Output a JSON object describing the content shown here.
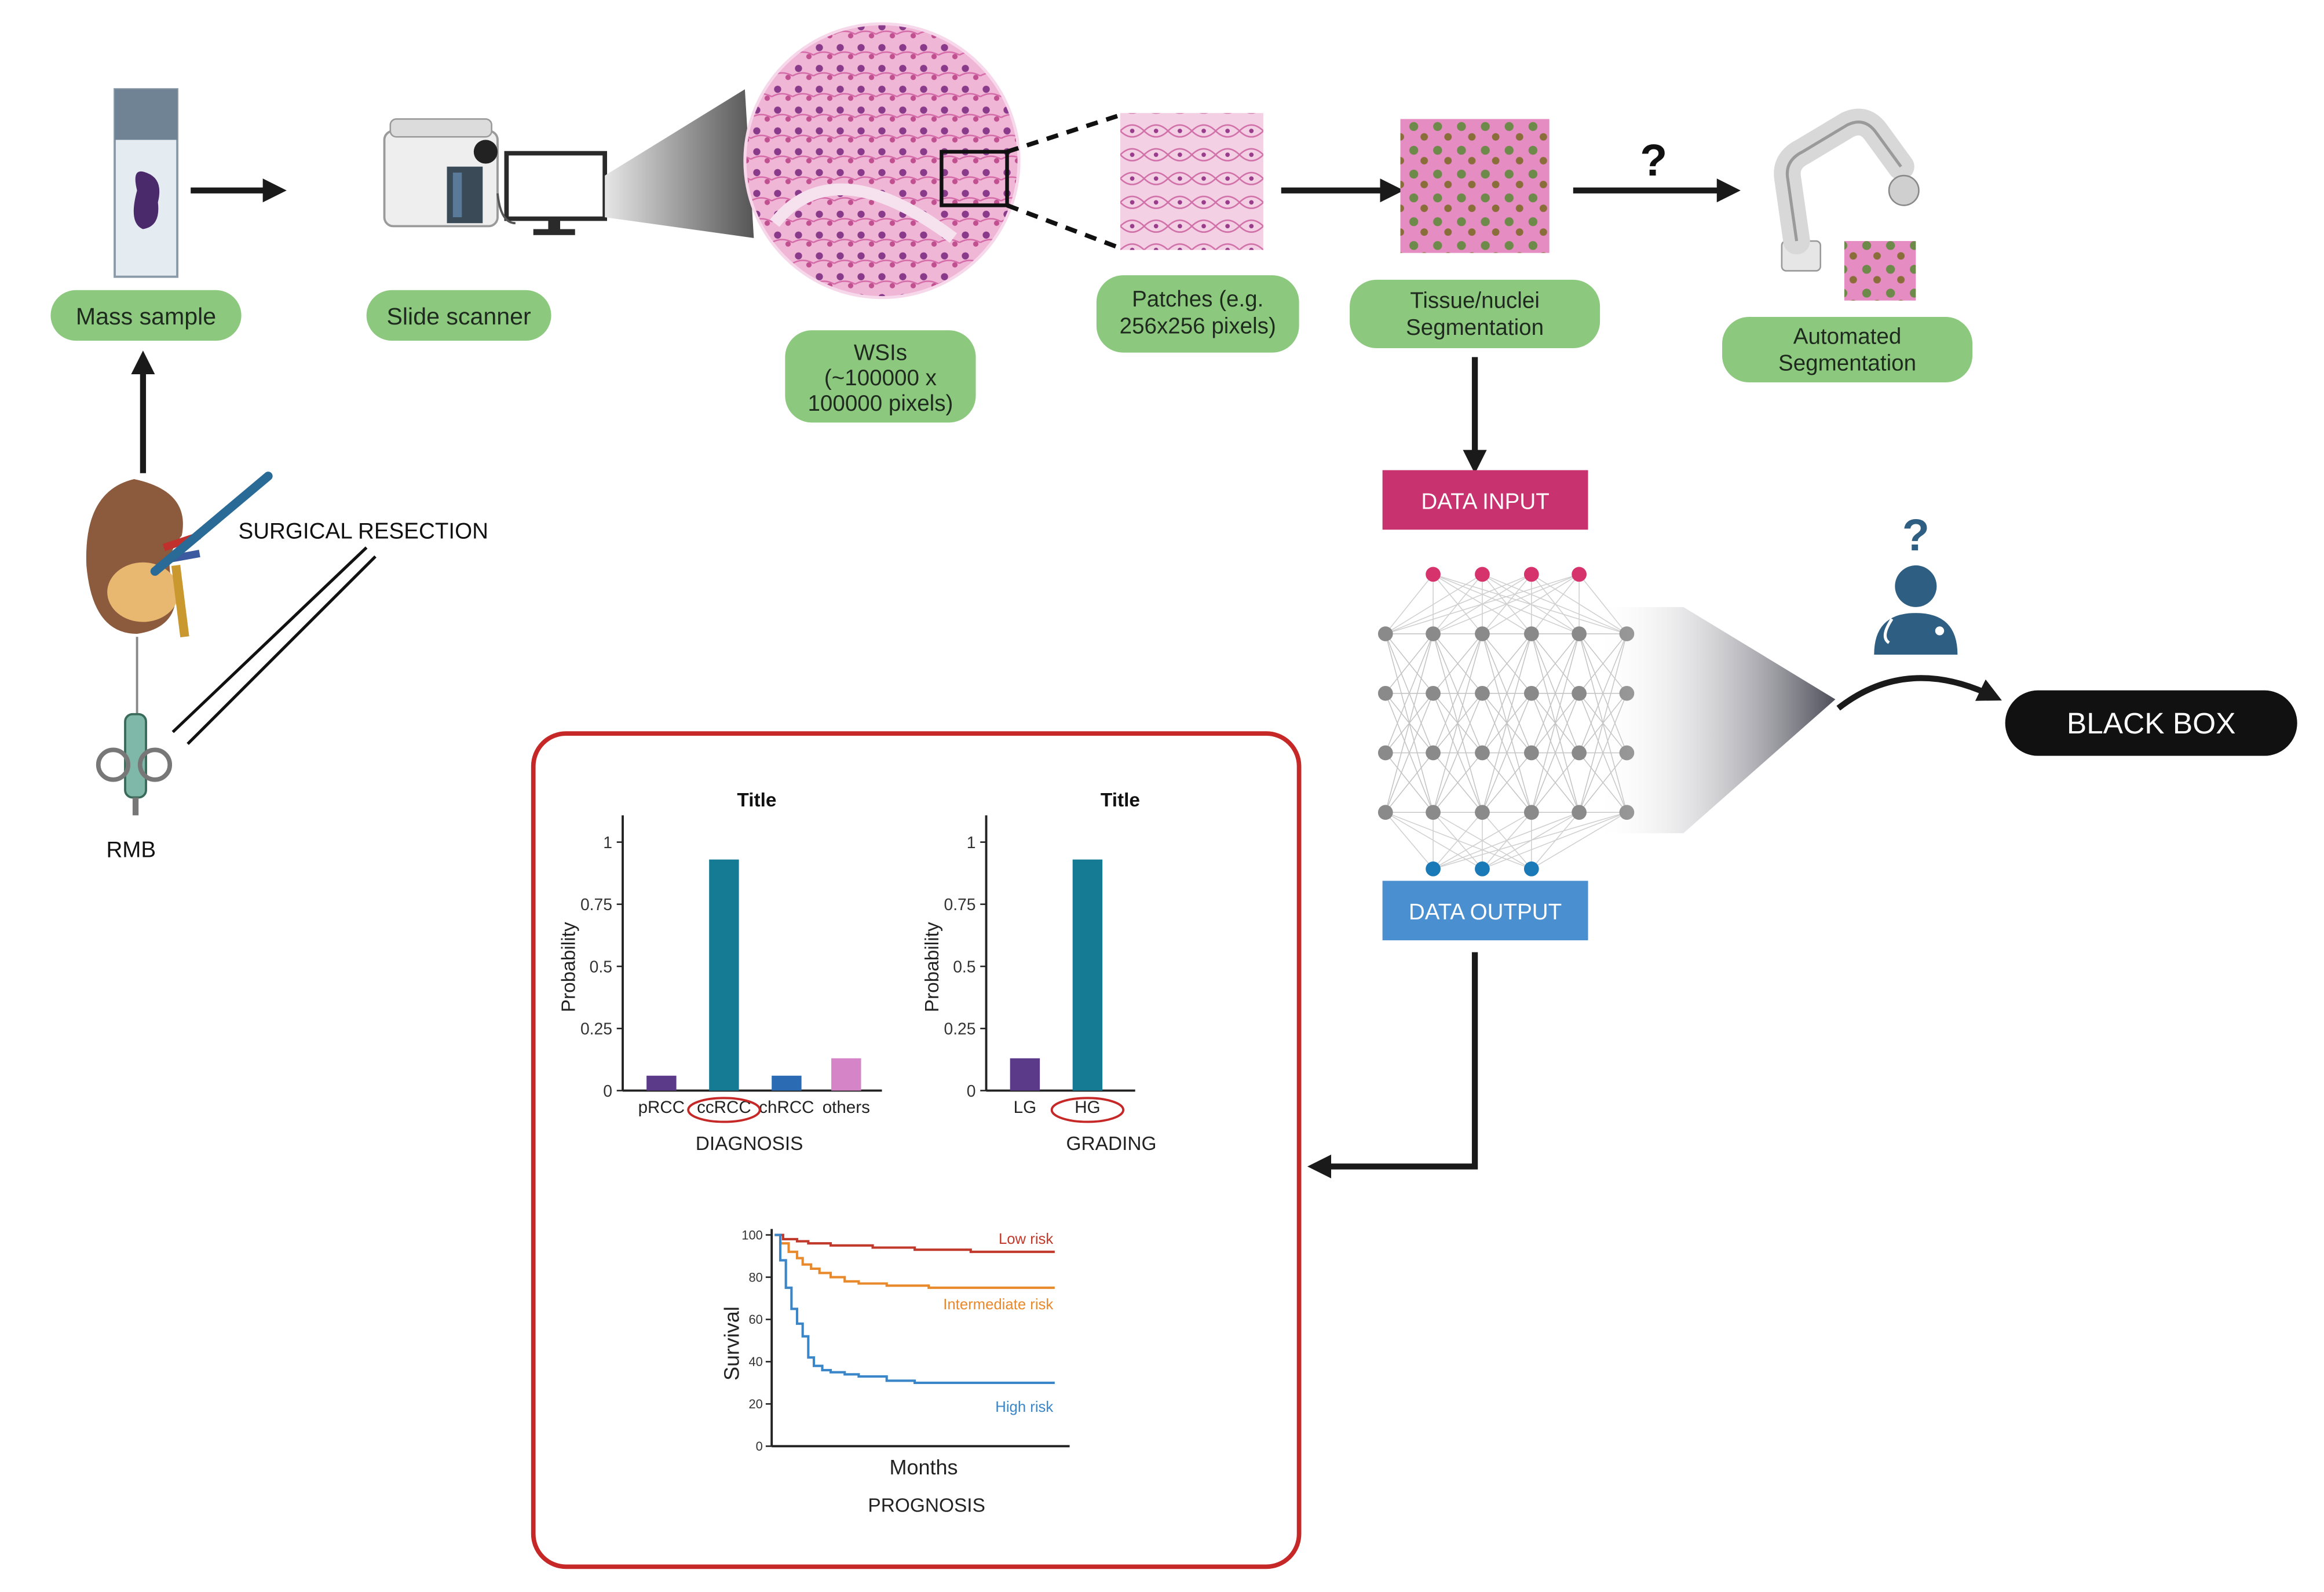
{
  "pipeline": {
    "mass_sample": "Mass sample",
    "slide_scanner": "Slide scanner",
    "wsis": [
      "WSIs",
      "(~100000 x",
      "100000 pixels)"
    ],
    "patches": [
      "Patches (e.g.",
      "256x256 pixels)"
    ],
    "segmentation": [
      "Tissue/nuclei",
      "Segmentation"
    ],
    "question_mark": "?",
    "automated_segmentation": [
      "Automated",
      "Segmentation"
    ]
  },
  "biopsy": {
    "surgical_resection": "SURGICAL RESECTION",
    "rmb": "RMB"
  },
  "network": {
    "data_input": "DATA INPUT",
    "data_output": "DATA OUTPUT",
    "black_box": "BLACK BOX",
    "doctor_question": "?"
  },
  "colors": {
    "pill_green": "#8cc97e",
    "data_input": "#c8326e",
    "data_output": "#4a8fd0",
    "black_box": "#111111",
    "panel_border": "#c62828",
    "tissue_pink": "#e8a0c8",
    "doctor_blue": "#2e5f82"
  },
  "chart_data": [
    {
      "type": "bar",
      "title": "Title",
      "xlabel": "DIAGNOSIS",
      "ylabel": "Probability",
      "categories": [
        "pRCC",
        "ccRCC",
        "chRCC",
        "others"
      ],
      "values": [
        0.06,
        0.93,
        0.06,
        0.13
      ],
      "colors": [
        "#5b3a8a",
        "#157a94",
        "#2a6bb4",
        "#d684c8"
      ],
      "ylim": [
        0,
        1
      ],
      "yticks": [
        "0",
        "0.25",
        "0.5",
        "0.75",
        "1"
      ],
      "highlighted": "ccRCC"
    },
    {
      "type": "bar",
      "title": "Title",
      "xlabel": "GRADING",
      "ylabel": "Probability",
      "categories": [
        "LG",
        "HG"
      ],
      "values": [
        0.13,
        0.93
      ],
      "colors": [
        "#5b3a8a",
        "#157a94"
      ],
      "ylim": [
        0,
        1
      ],
      "yticks": [
        "0",
        "0.25",
        "0.5",
        "0.75",
        "1"
      ],
      "highlighted": "HG"
    },
    {
      "type": "line",
      "title": "PROGNOSIS",
      "xlabel": "Months",
      "ylabel": "Survival",
      "ylim": [
        0,
        100
      ],
      "yticks": [
        "0",
        "20",
        "40",
        "60",
        "80",
        "100"
      ],
      "series": [
        {
          "name": "Low risk",
          "color": "#c0392b",
          "x": [
            0,
            3,
            8,
            12,
            20,
            35,
            50,
            70,
            100
          ],
          "y": [
            100,
            98,
            97,
            96,
            95,
            94,
            93,
            92,
            92
          ]
        },
        {
          "name": "Intermediate risk",
          "color": "#e8892b",
          "x": [
            0,
            2,
            5,
            8,
            10,
            13,
            16,
            20,
            25,
            30,
            40,
            55,
            70,
            100
          ],
          "y": [
            100,
            96,
            92,
            89,
            86,
            84,
            82,
            80,
            78,
            77,
            76,
            75,
            75,
            75
          ]
        },
        {
          "name": "High risk",
          "color": "#3a86c8",
          "x": [
            0,
            2,
            4,
            6,
            8,
            10,
            12,
            14,
            17,
            20,
            25,
            30,
            40,
            50,
            60,
            100
          ],
          "y": [
            100,
            88,
            75,
            65,
            58,
            52,
            42,
            38,
            36,
            35,
            34,
            33,
            31,
            30,
            30,
            30
          ]
        }
      ]
    }
  ]
}
